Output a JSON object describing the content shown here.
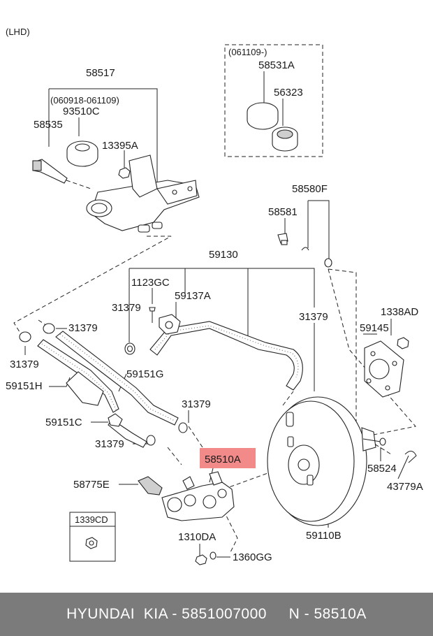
{
  "diagram": {
    "variant": "(LHD)",
    "highlight_color": "#f28a8a",
    "labels": {
      "p58517": "58517",
      "date_range_1": "(060918-061109)",
      "p93510C": "93510C",
      "p58535": "58535",
      "p13395A": "13395A",
      "date_range_2": "(061109-)",
      "p58531A": "58531A",
      "p56323": "56323",
      "p58580F": "58580F",
      "p58581": "58581",
      "p59130": "59130",
      "p1123GC": "1123GC",
      "p59137A": "59137A",
      "p31379_a": "31379",
      "p31379_b": "31379",
      "p31379_c": "31379",
      "p31379_d": "31379",
      "p31379_e": "31379",
      "p31379_f": "31379",
      "p1338AD": "1338AD",
      "p59145": "59145",
      "p59151H": "59151H",
      "p59151G": "59151G",
      "p59151C": "59151C",
      "p58510A": "58510A",
      "p58775E": "58775E",
      "p1339CD": "1339CD",
      "p1310DA": "1310DA",
      "p1360GG": "1360GG",
      "p58524": "58524",
      "p43779A": "43779A",
      "p59110B": "59110B"
    }
  },
  "footer": {
    "text": "HYUNDAI  KIA - 5851007000     N - 58510A",
    "background": "#7b7b7b"
  }
}
